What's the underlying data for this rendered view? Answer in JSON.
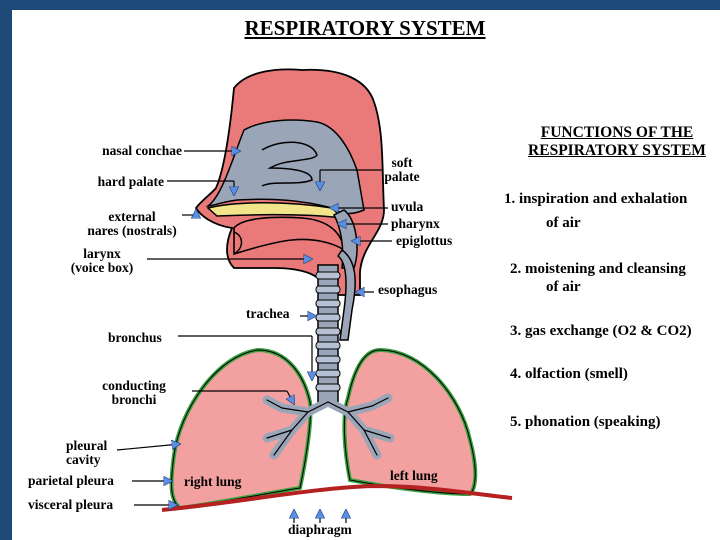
{
  "title": "RESPIRATORY SYSTEM",
  "functions": {
    "heading_line1": "FUNCTIONS OF THE",
    "heading_line2": "RESPIRATORY SYSTEM",
    "items": [
      {
        "line1": "1. inspiration and exhalation",
        "line2": "of air"
      },
      {
        "line1": "2. moistening and cleansing",
        "line2": "of air"
      },
      {
        "line1": "3. gas exchange (O2 & CO2)",
        "line2": ""
      },
      {
        "line1": "4. olfaction (smell)",
        "line2": ""
      },
      {
        "line1": "5. phonation (speaking)",
        "line2": ""
      }
    ]
  },
  "labels": {
    "nasal_conchae": "nasal conchae",
    "hard_palate": "hard palate",
    "external_nares_1": "external",
    "external_nares_2": "nares (nostrals)",
    "larynx_1": "larynx",
    "larynx_2": "(voice box)",
    "soft_palate_1": "soft",
    "soft_palate_2": "palate",
    "uvula": "uvula",
    "pharynx": "pharynx",
    "epiglottus": "epiglottus",
    "esophagus": "esophagus",
    "trachea": "trachea",
    "bronchus": "bronchus",
    "conducting_bronchi_1": "conducting",
    "conducting_bronchi_2": "bronchi",
    "pleural_cavity_1": "pleural",
    "pleural_cavity_2": "cavity",
    "parietal_pleura": "parietal pleura",
    "visceral_pleura": "visceral pleura",
    "right_lung": "right lung",
    "left_lung": "left lung",
    "diaphragm": "diaphragm"
  },
  "colors": {
    "background": "#1e4a7a",
    "tissue": "#ea7a7a",
    "lung": "#f3a0a0",
    "airway": "#9aa6b8",
    "pleura_outline": "#3aa040",
    "arrow": "#5b8ee0",
    "diaphragm": "#b52020"
  }
}
